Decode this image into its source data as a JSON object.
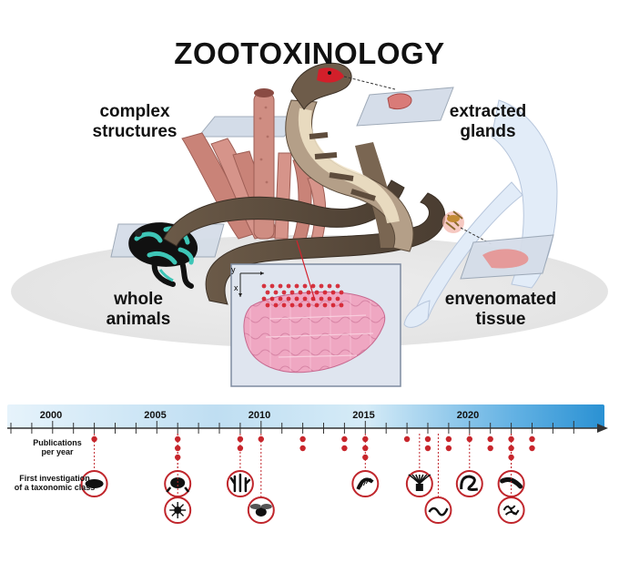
{
  "title": "ZOOTOXINOLOGY",
  "labels": {
    "complex_structures": [
      "complex",
      "structures"
    ],
    "extracted_glands": [
      "extracted",
      "glands"
    ],
    "whole_animals": [
      "whole",
      "animals"
    ],
    "envenomated_tissue": [
      "envenomated",
      "tissue"
    ]
  },
  "axis_labels": {
    "x": "x",
    "y": "y"
  },
  "timeline": {
    "years": [
      "2000",
      "2005",
      "2010",
      "2015",
      "2020"
    ],
    "row_publications": [
      "Publications",
      "per year"
    ],
    "row_first_investigation": [
      "First investigation",
      "of a taxonomic class"
    ],
    "publications_per_year": [
      {
        "year": 2002,
        "count": 1
      },
      {
        "year": 2006,
        "count": 3
      },
      {
        "year": 2009,
        "count": 2
      },
      {
        "year": 2010,
        "count": 1
      },
      {
        "year": 2012,
        "count": 2
      },
      {
        "year": 2014,
        "count": 2
      },
      {
        "year": 2015,
        "count": 3
      },
      {
        "year": 2017,
        "count": 1
      },
      {
        "year": 2018,
        "count": 2
      },
      {
        "year": 2019,
        "count": 2
      },
      {
        "year": 2020,
        "count": 1
      },
      {
        "year": 2021,
        "count": 2
      },
      {
        "year": 2022,
        "count": 3
      },
      {
        "year": 2023,
        "count": 2
      }
    ],
    "taxonomic_icons": [
      {
        "name": "flatworm",
        "year": 2002,
        "row": 1
      },
      {
        "name": "frog",
        "year": 2006,
        "row": 1
      },
      {
        "name": "spider",
        "year": 2006,
        "row": 2
      },
      {
        "name": "coral",
        "year": 2009,
        "row": 1
      },
      {
        "name": "fly",
        "year": 2010,
        "row": 2
      },
      {
        "name": "centipede",
        "year": 2015,
        "row": 1
      },
      {
        "name": "sea-anemone",
        "year": 2017.6,
        "row": 1
      },
      {
        "name": "worm",
        "year": 2018.5,
        "row": 2
      },
      {
        "name": "snake",
        "year": 2020,
        "row": 1
      },
      {
        "name": "leech",
        "year": 2022,
        "row": 1
      },
      {
        "name": "nematode-tangle",
        "year": 2022,
        "row": 2
      }
    ],
    "colors": {
      "dot": "#c8262c",
      "ring": "#c0262c",
      "bar_light": "#d6ecf8",
      "bar_dark": "#2f96d6"
    }
  }
}
